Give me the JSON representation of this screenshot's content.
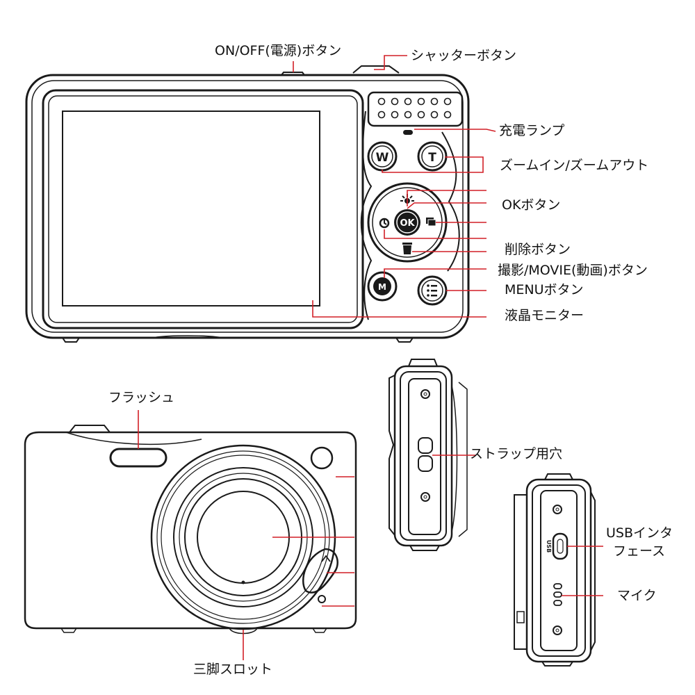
{
  "colors": {
    "outline": "#1a1a1a",
    "leader": "#d21f26",
    "text": "#111111"
  },
  "labels": {
    "power_button": "ON/OFF(電源)ボタン",
    "shutter_button": "シャッターボタン",
    "charge_lamp": "充電ランプ",
    "zoom": "ズームイン/ズームアウト",
    "ok_button": "OKボタン",
    "delete_button": "削除ボタン",
    "mode_button": "撮影/MOVIE(動画)ボタン",
    "menu_button": "MENUボタン",
    "lcd": "液晶モニター",
    "flash": "フラッシュ",
    "tripod": "三脚スロット",
    "strap": "ストラップ用穴",
    "usb_line1": "USBインタ",
    "usb_line2": "フェース",
    "mic": "マイク"
  },
  "buttons": {
    "wide": "W",
    "tele": "T",
    "ok": "OK",
    "mode": "M"
  },
  "side_port": "USB"
}
